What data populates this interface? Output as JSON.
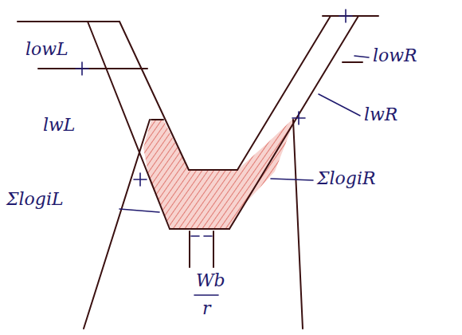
{
  "diagram": {
    "labels": [
      "lowL",
      "lwL",
      "ΣlogiL",
      "lowR",
      "lwR",
      "ΣlogiR",
      "Wb",
      "r"
    ]
  }
}
